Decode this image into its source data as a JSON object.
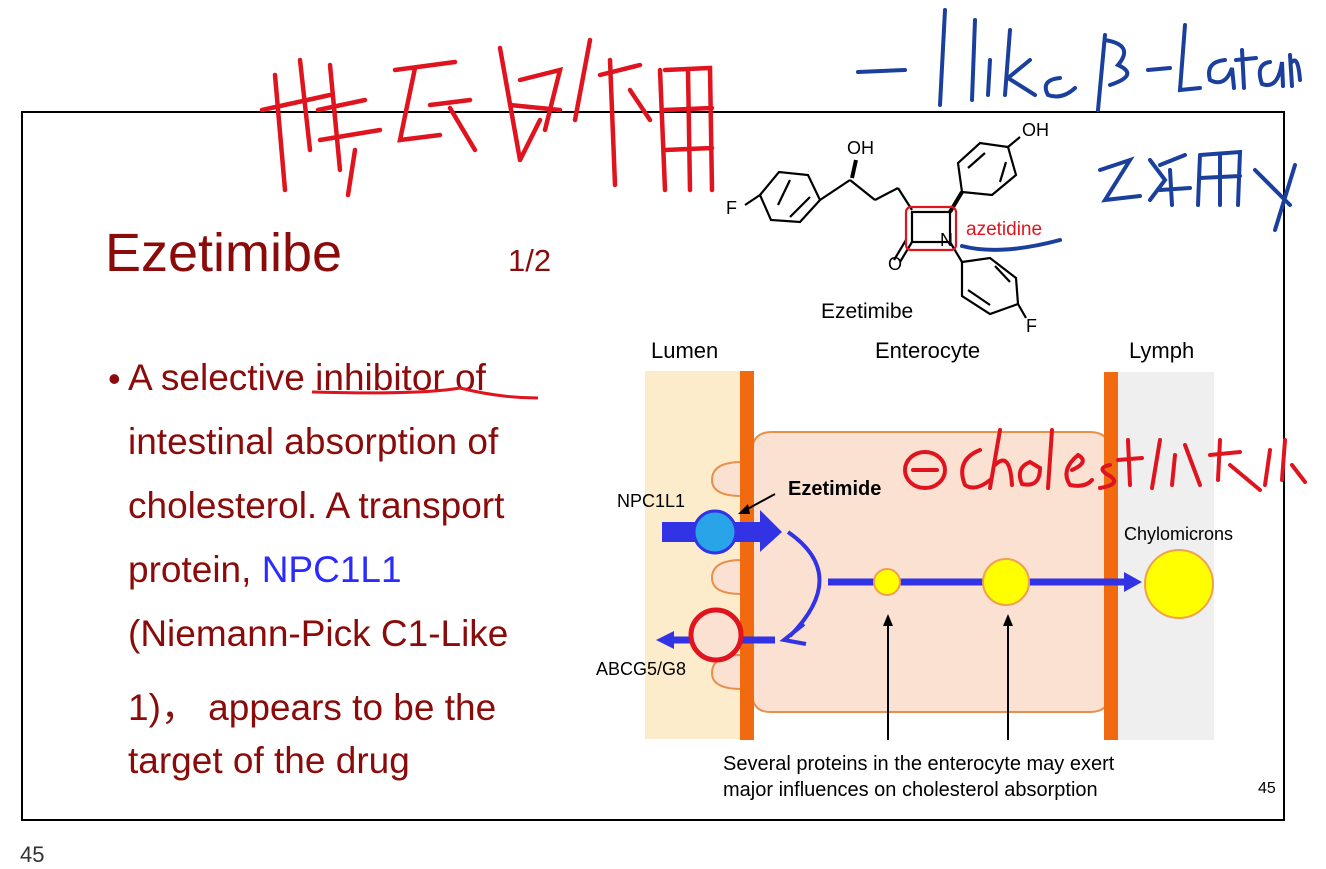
{
  "slide": {
    "title": "Ezetimibe",
    "page_fraction": "1/2",
    "bullet_lines": [
      "A selective inhibitor of",
      "intestinal absorption of",
      "cholesterol. A transport",
      "protein, ",
      "(Niemann-Pick C1-Like",
      "1)， appears to be the",
      "target of the drug"
    ],
    "protein_name": "NPC1L1",
    "molecule": {
      "name": "Ezetimibe",
      "atom_oh_top": "OH",
      "atom_oh_right": "OH",
      "atom_f_left": "F",
      "atom_f_bottom": "F",
      "atom_n": "N",
      "atom_o": "O",
      "ring_label": "azetidine"
    },
    "diagram": {
      "lumen": "Lumen",
      "enterocyte": "Enterocyte",
      "lymph": "Lymph",
      "npc1l1": "NPC1L1",
      "drug": "Ezetimide",
      "abcg": "ABCG5/G8",
      "chylomicrons": "Chylomicrons"
    },
    "caption_line1": "Several proteins in the enterocyte may exert",
    "caption_line2": "major influences on cholesterol absorption",
    "page_number_inner": "45"
  },
  "page_number": "45",
  "colors": {
    "title_red": "#8b0a0a",
    "npc_blue": "#2b2bff",
    "handwriting_red": "#e0141e",
    "handwriting_blue": "#1a3f9c",
    "lumen_fill": "#fdeccc",
    "enterocyte_fill": "#fbe1d2",
    "membrane_orange": "#f26a10",
    "lymph_fill": "#efefef",
    "arrow_blue": "#3333e6",
    "yellow": "#ffff00"
  }
}
